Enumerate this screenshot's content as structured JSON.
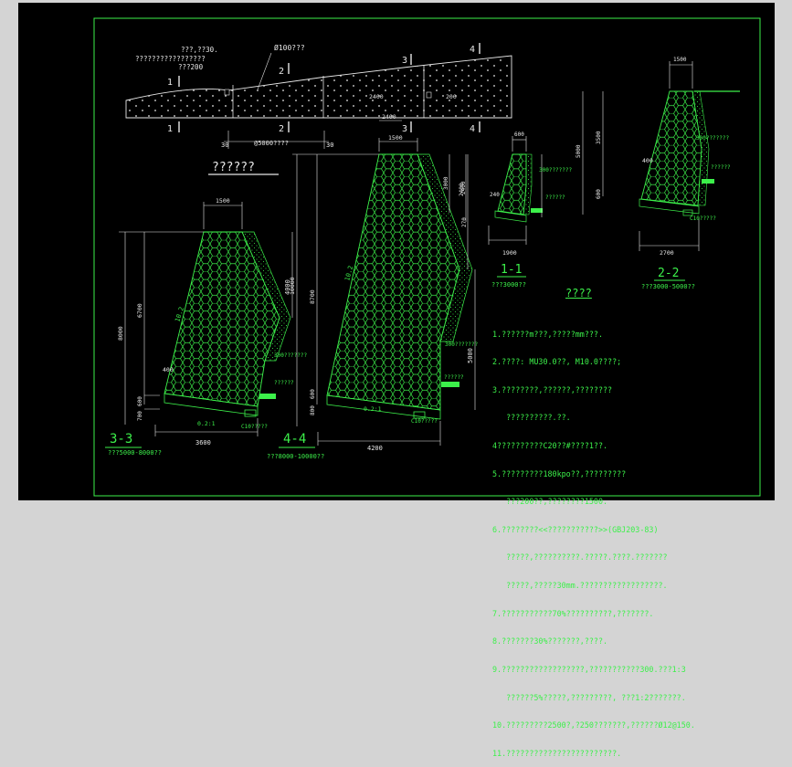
{
  "top_elevation": {
    "labels_left": [
      "???,??30.",
      "?????????????????",
      "???200"
    ],
    "pipe_label": "Ø100???",
    "section_marks_top": [
      "1",
      "2",
      "3",
      "4"
    ],
    "section_marks_bottom": [
      "1",
      "2",
      "3",
      "4"
    ],
    "dim_2400_a": "2400",
    "dim_2400_b": "2400",
    "dim_spacing": "@5000????",
    "dim_30_left": "30",
    "dim_30_right": "30",
    "dim_200": "200"
  },
  "plan_title": "??????",
  "section_33": {
    "title": "3-3",
    "subtitle": "???5000-8000??",
    "dim_top": "1500",
    "dim_height_total": "8000",
    "dim_height_main": "6700",
    "dim_upper": "4000",
    "dim_600": "600",
    "dim_700": "700",
    "dim_bottom": "3600",
    "dim_400": "400",
    "slope_left": "10.2",
    "slope_base": "0.2:1",
    "label_fill": "300???????",
    "label_drain": "??????",
    "label_c": "C10?????"
  },
  "section_44": {
    "title": "4-4",
    "subtitle": "???8000-10000??",
    "dim_top": "1500",
    "dim_height_total": "10000",
    "dim_height_main": "8700",
    "dim_upper": "2400",
    "dim_3000": "3000",
    "dim_5000": "5000",
    "dim_600": "600",
    "dim_800": "800",
    "dim_bottom": "4200",
    "slope_left": "10.2",
    "slope_base": "0.2:1",
    "label_fill": "300???????",
    "label_drain": "??????",
    "label_c": "C10?????"
  },
  "section_11": {
    "title": "1-1",
    "subtitle": "???3000??",
    "dim_top": "600",
    "dim_bottom": "1900",
    "dim_2400": "2400",
    "dim_240": "240",
    "dim_270": "270",
    "label_fill": "300???????",
    "label_drain": "??????"
  },
  "section_22": {
    "title": "2-2",
    "subtitle": "???3000-5000??",
    "dim_top": "1500",
    "dim_height": "5000",
    "dim_3500": "3500",
    "dim_400": "400",
    "dim_bottom": "2700",
    "dim_600": "600",
    "label_fill": "300???????",
    "label_drain": "??????",
    "label_c": "C10?????"
  },
  "notes": {
    "title": "????",
    "lines": [
      "1.??????m???,?????mm???.",
      "2.????: MU30.0??, M10.0????;",
      "3.????????,??????,????????",
      "   ??????????.??.",
      "4??????????C20??#????1??.",
      "5.?????????180kpo??,?????????",
      "   ???200??,????????1500.",
      "6.????????<<???????????>>(GBJ203-83)",
      "   ?????,??????????.?????.????.???????",
      "   ?????,?????30mm.??????????????????.",
      "7.???????????70%??????????,???????.",
      "8.???????30%???????,????.",
      "9.??????????????????,???????????300.???1:3",
      "   ??????5%?????,?????????, ???1:2???????.",
      "10.?????????2500?,?250???????,??????Ø12@150.",
      "11.????????????????????????."
    ]
  }
}
